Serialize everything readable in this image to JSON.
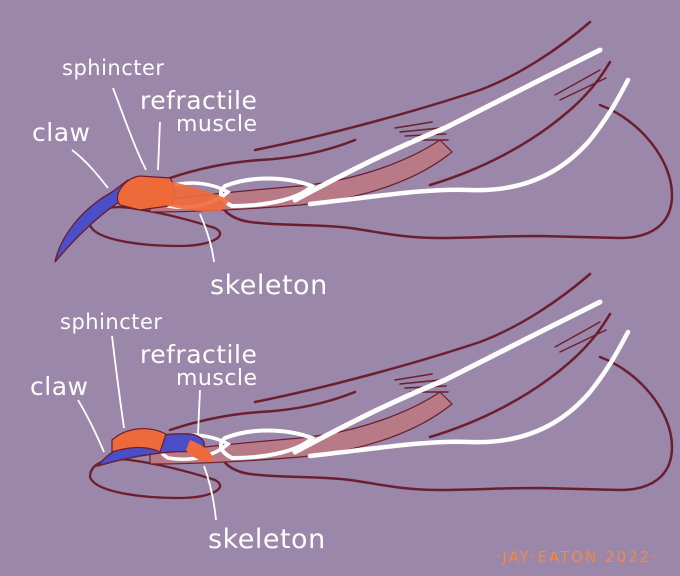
{
  "colors": {
    "background": "#9b87a9",
    "outline": "#6b1f2e",
    "skeleton": "#ffffff",
    "muscle": "#b87a86",
    "claw": "#4a4fc9",
    "sphincter": "#ef6a3a",
    "credit": "#f08a4b"
  },
  "diagrams": [
    {
      "labels": {
        "sphincter": "sphincter",
        "refractile": "refractile",
        "muscle": "muscle",
        "claw": "claw",
        "skeleton": "skeleton"
      }
    },
    {
      "labels": {
        "sphincter": "sphincter",
        "refractile": "refractile",
        "muscle": "muscle",
        "claw": "claw",
        "skeleton": "skeleton"
      }
    }
  ],
  "credit": "·JAY·EATON·2022·"
}
